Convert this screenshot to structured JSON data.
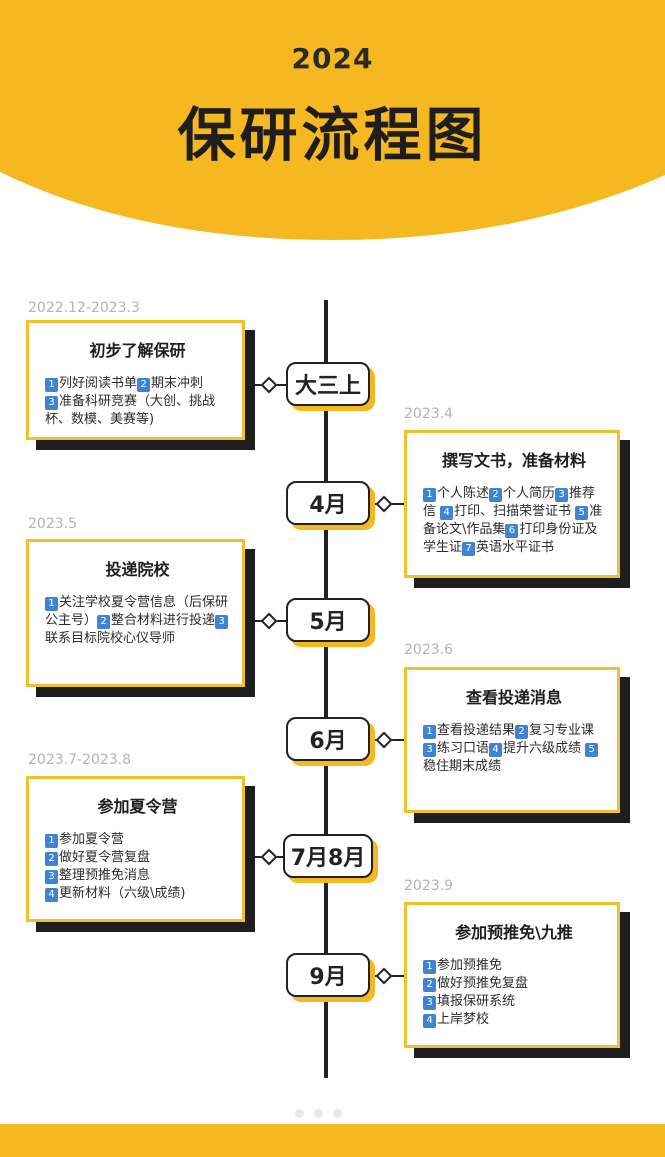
{
  "header": {
    "year": "2024",
    "title": "保研流程图",
    "colors": {
      "accent": "#f5b820",
      "dark": "#1e1e1e",
      "number_badge": "#3e84d4"
    }
  },
  "timeline": [
    {
      "node": "大三上",
      "date": "2022.12-2023.3",
      "title": "初步了解保研",
      "items": [
        "列好阅读书单",
        "期末冲刺",
        "准备科研竞赛（大创、挑战杯、数模、美赛等)"
      ]
    },
    {
      "node": "4月",
      "date": "2023.4",
      "title": "撰写文书，准备材料",
      "items": [
        "个人陈述",
        "个人简历",
        "推荐信",
        "打印、扫描荣誉证书",
        "准备论文\\作品集",
        "打印身份证及学生证",
        "英语水平证书"
      ]
    },
    {
      "node": "5月",
      "date": "2023.5",
      "title": "投递院校",
      "items": [
        "关注学校夏令营信息（后保研公主号）",
        "整合材料进行投递",
        "联系目标院校心仪导师"
      ]
    },
    {
      "node": "6月",
      "date": "2023.6",
      "title": "查看投递消息",
      "items": [
        "查看投递结果",
        "复习专业课",
        "练习口语",
        "提升六级成绩",
        "稳住期末成绩"
      ]
    },
    {
      "node": "7月8月",
      "date": "2023.7-2023.8",
      "title": "参加夏令营",
      "items": [
        "参加夏令营",
        "做好夏令营复盘",
        "整理预推免消息",
        "更新材料（六级\\成绩)"
      ]
    },
    {
      "node": "9月",
      "date": "2023.9",
      "title": "参加预推免\\九推",
      "items": [
        "参加预推免",
        "做好预推免复盘",
        "填报保研系统",
        "上岸梦校"
      ]
    }
  ],
  "badges": [
    "1",
    "2",
    "3",
    "4",
    "5",
    "6",
    "7"
  ],
  "pagination": {
    "total": 3,
    "current": 1
  }
}
